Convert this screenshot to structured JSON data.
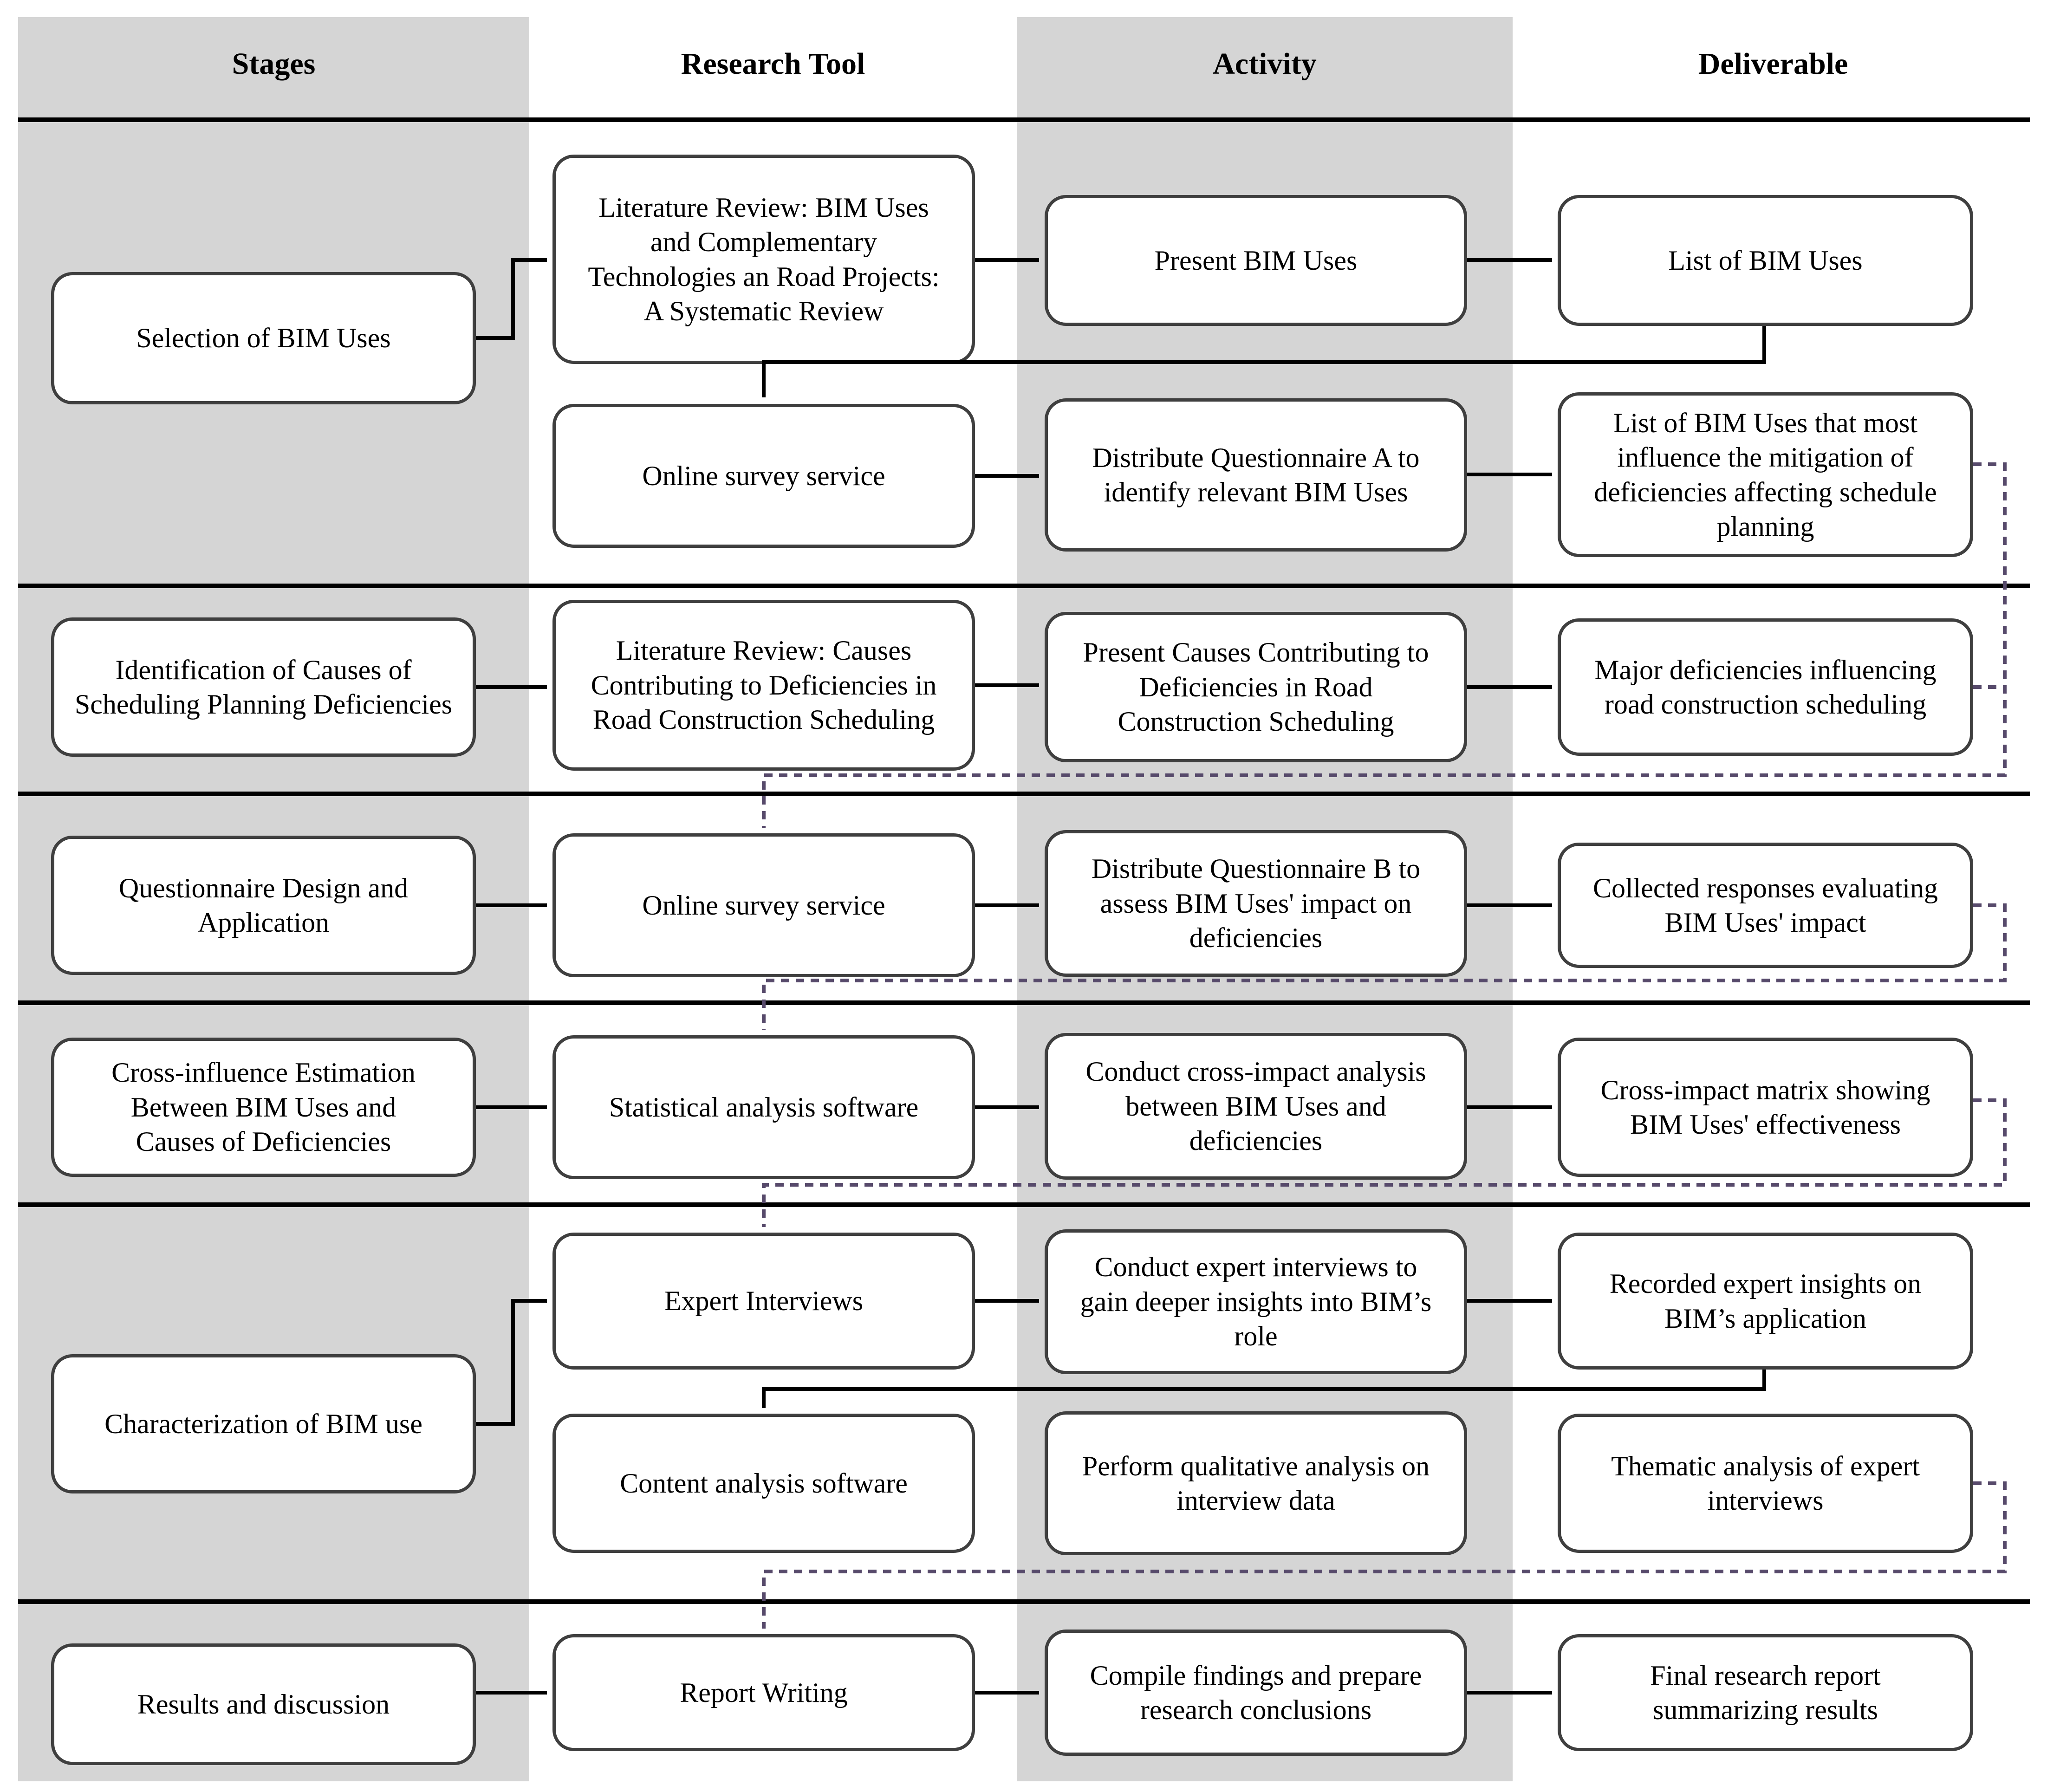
{
  "title": "Research methodology flowchart",
  "header": {
    "columns": [
      "Stages",
      "Research Tool",
      "Activity",
      "Deliverable"
    ]
  },
  "colors": {
    "band_gray": "#d5d5d5",
    "box_border": "#3f3f3f",
    "connector_black": "#000000",
    "connector_purple": "#574a6b"
  },
  "rows": [
    {
      "stage": "Selection of BIM Uses",
      "tools": [
        "Literature Review: BIM Uses and Complementary Technologies an Road Projects: A Systematic Review",
        "Online survey service"
      ],
      "activities": [
        "Present BIM Uses",
        "Distribute Questionnaire A to identify relevant BIM Uses"
      ],
      "deliverables": [
        "List of BIM Uses",
        "List of BIM Uses that most influence the mitigation of deficiencies affecting schedule planning"
      ]
    },
    {
      "stage": "Identification of Causes of Scheduling Planning Deficiencies",
      "tools": [
        "Literature Review: Causes Contributing to Deficiencies in Road Construction Scheduling"
      ],
      "activities": [
        "Present Causes Contributing to Deficiencies in Road Construction Scheduling"
      ],
      "deliverables": [
        "Major deficiencies influencing road construction scheduling"
      ]
    },
    {
      "stage": "Questionnaire Design and Application",
      "tools": [
        "Online survey service"
      ],
      "activities": [
        "Distribute Questionnaire B to assess BIM Uses' impact on deficiencies"
      ],
      "deliverables": [
        "Collected responses evaluating BIM Uses' impact"
      ]
    },
    {
      "stage": "Cross-influence Estimation Between BIM Uses and Causes of Deficiencies",
      "tools": [
        "Statistical analysis software"
      ],
      "activities": [
        "Conduct cross-impact analysis between BIM Uses and deficiencies"
      ],
      "deliverables": [
        "Cross-impact matrix showing BIM Uses' effectiveness"
      ]
    },
    {
      "stage": "Characterization of BIM use",
      "tools": [
        "Expert Interviews",
        "Content analysis software"
      ],
      "activities": [
        "Conduct expert interviews to gain deeper insights into BIM’s role",
        "Perform qualitative analysis on interview data"
      ],
      "deliverables": [
        "Recorded expert insights on BIM’s application",
        "Thematic analysis of expert interviews"
      ]
    },
    {
      "stage": "Results and discussion",
      "tools": [
        "Report Writing"
      ],
      "activities": [
        "Compile findings and prepare research conclusions"
      ],
      "deliverables": [
        "Final research report summarizing results"
      ]
    }
  ]
}
